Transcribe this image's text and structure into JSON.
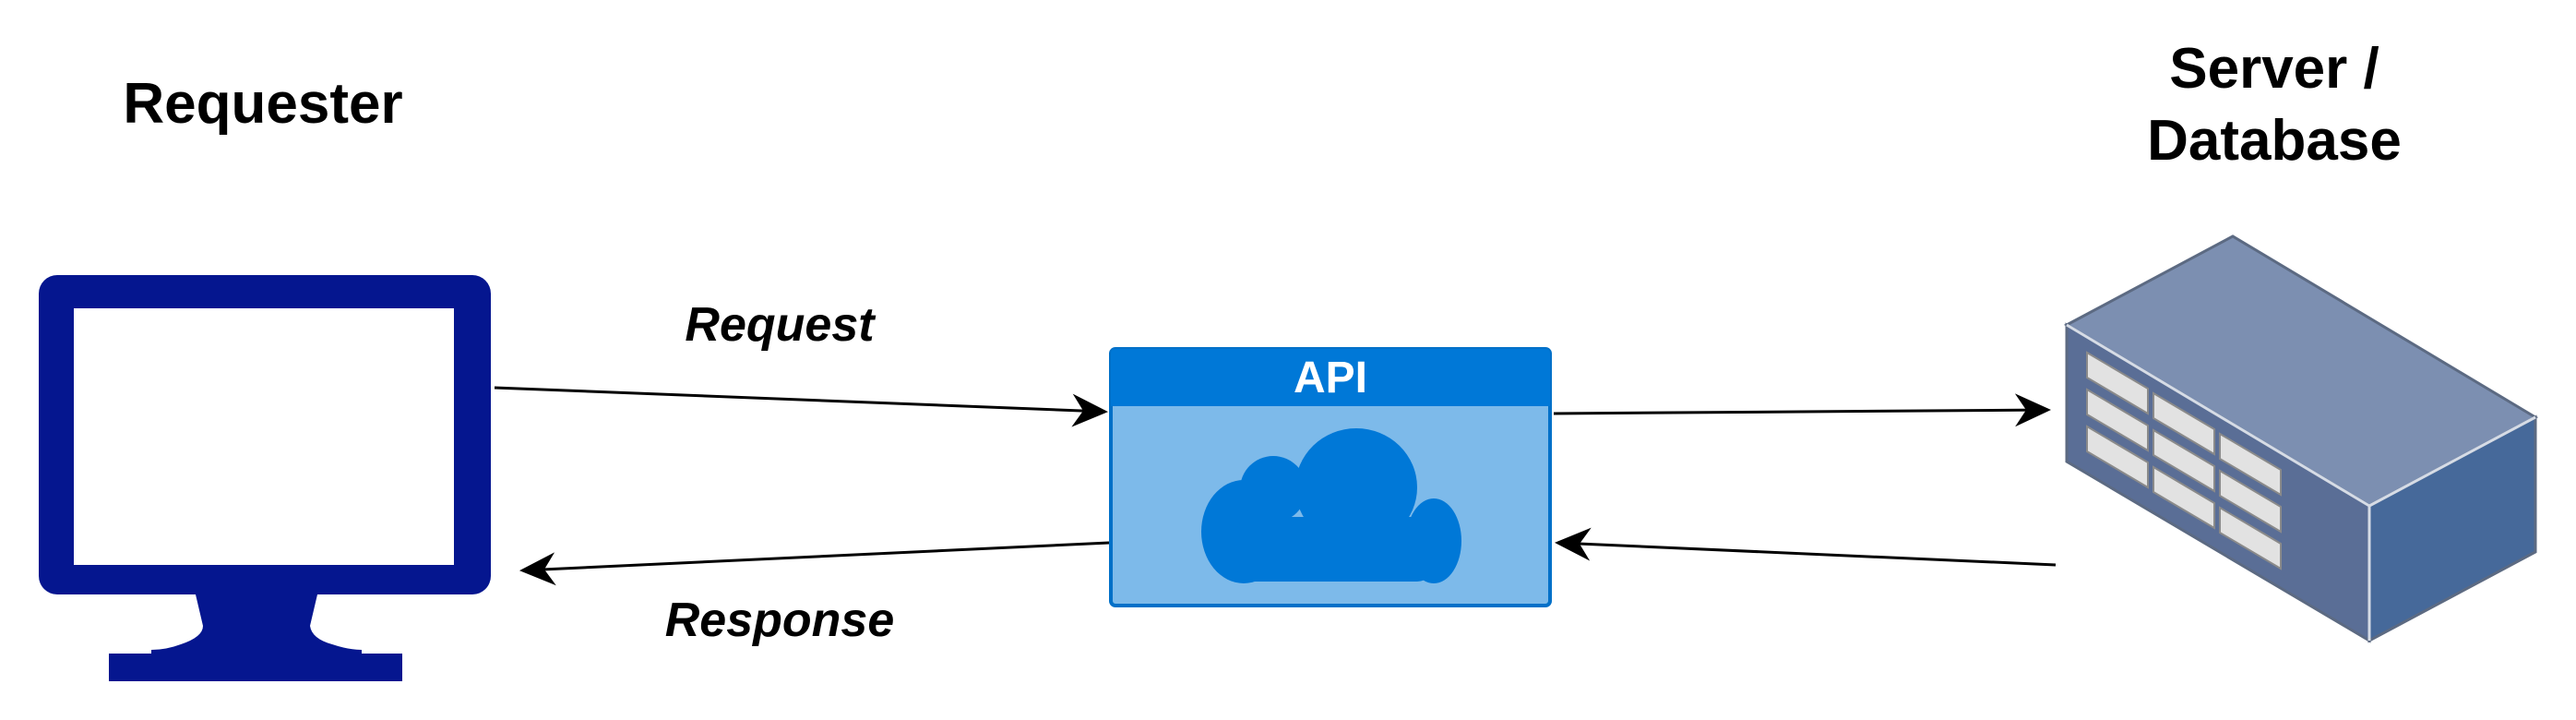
{
  "nodes": {
    "requester": {
      "label": "Requester",
      "icon": "monitor-icon",
      "color": "#05168F"
    },
    "api": {
      "label": "API",
      "icon": "cloud-icon",
      "header_color": "#0078D7",
      "body_color": "#7DBAEA",
      "border_color": "#0070C8"
    },
    "server": {
      "label_line1": "Server /",
      "label_line2": "Database",
      "icon": "server-rack-icon",
      "top_color": "#7C8FB1",
      "front_color": "#5A6E96",
      "side_color": "#46699A"
    }
  },
  "edges": {
    "request": {
      "label": "Request"
    },
    "response": {
      "label": "Response"
    }
  }
}
